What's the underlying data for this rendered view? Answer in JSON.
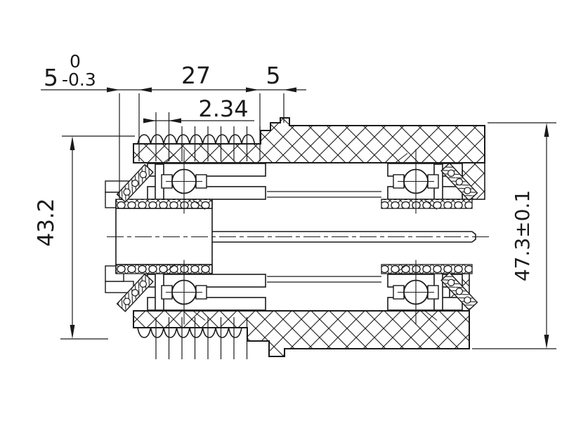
{
  "drawing": {
    "colors": {
      "ink": "#1a1a1a",
      "background": "#ffffff"
    },
    "dims": {
      "flange_nominal": "5",
      "flange_tol_upper": "0",
      "flange_tol_lower": "-0.3",
      "thread_length": "27",
      "step_width": "5",
      "thread_pitch": "2.34",
      "left_height": "43.2",
      "overall_height": "47.3±0.1"
    }
  }
}
